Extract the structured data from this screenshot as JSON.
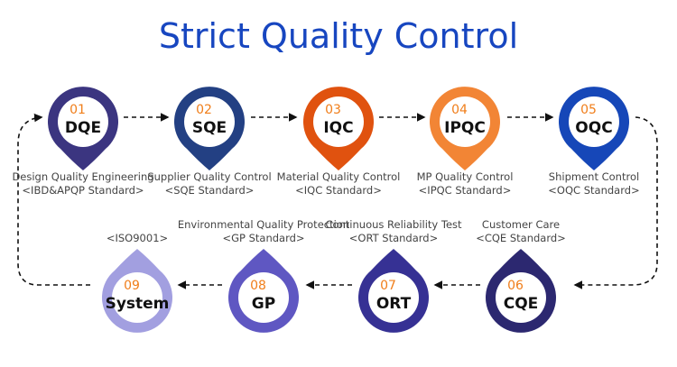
{
  "title": "Strict Quality Control",
  "steps": [
    {
      "num": "01",
      "code": "DQE",
      "name": "Design Quality Engineering",
      "standard": "<IBD&APQP Standard>",
      "color": "#3b3580"
    },
    {
      "num": "02",
      "code": "SQE",
      "name": "Supplier Quality Control",
      "standard": "<SQE Standard>",
      "color": "#234083"
    },
    {
      "num": "03",
      "code": "IQC",
      "name": "Material Quality Control",
      "standard": "<IQC Standard>",
      "color": "#e0520f"
    },
    {
      "num": "04",
      "code": "IPQC",
      "name": "MP Quality Control",
      "standard": "<IPQC Standard>",
      "color": "#f28535"
    },
    {
      "num": "05",
      "code": "OQC",
      "name": "Shipment Control",
      "standard": "<OQC Standard>",
      "color": "#1647b8"
    },
    {
      "num": "06",
      "code": "CQE",
      "name": "Customer Care",
      "standard": "<CQE Standard>",
      "color": "#2c2870"
    },
    {
      "num": "07",
      "code": "ORT",
      "name": "Continuous Reliability Test",
      "standard": "<ORT Standard>",
      "color": "#363194"
    },
    {
      "num": "08",
      "code": "GP",
      "name": "Environmental Quality Protection",
      "standard": "<GP Standard>",
      "color": "#5f57c2"
    },
    {
      "num": "09",
      "code": "System",
      "name": "",
      "standard": "<ISO9001>",
      "color": "#a29fe0"
    }
  ]
}
